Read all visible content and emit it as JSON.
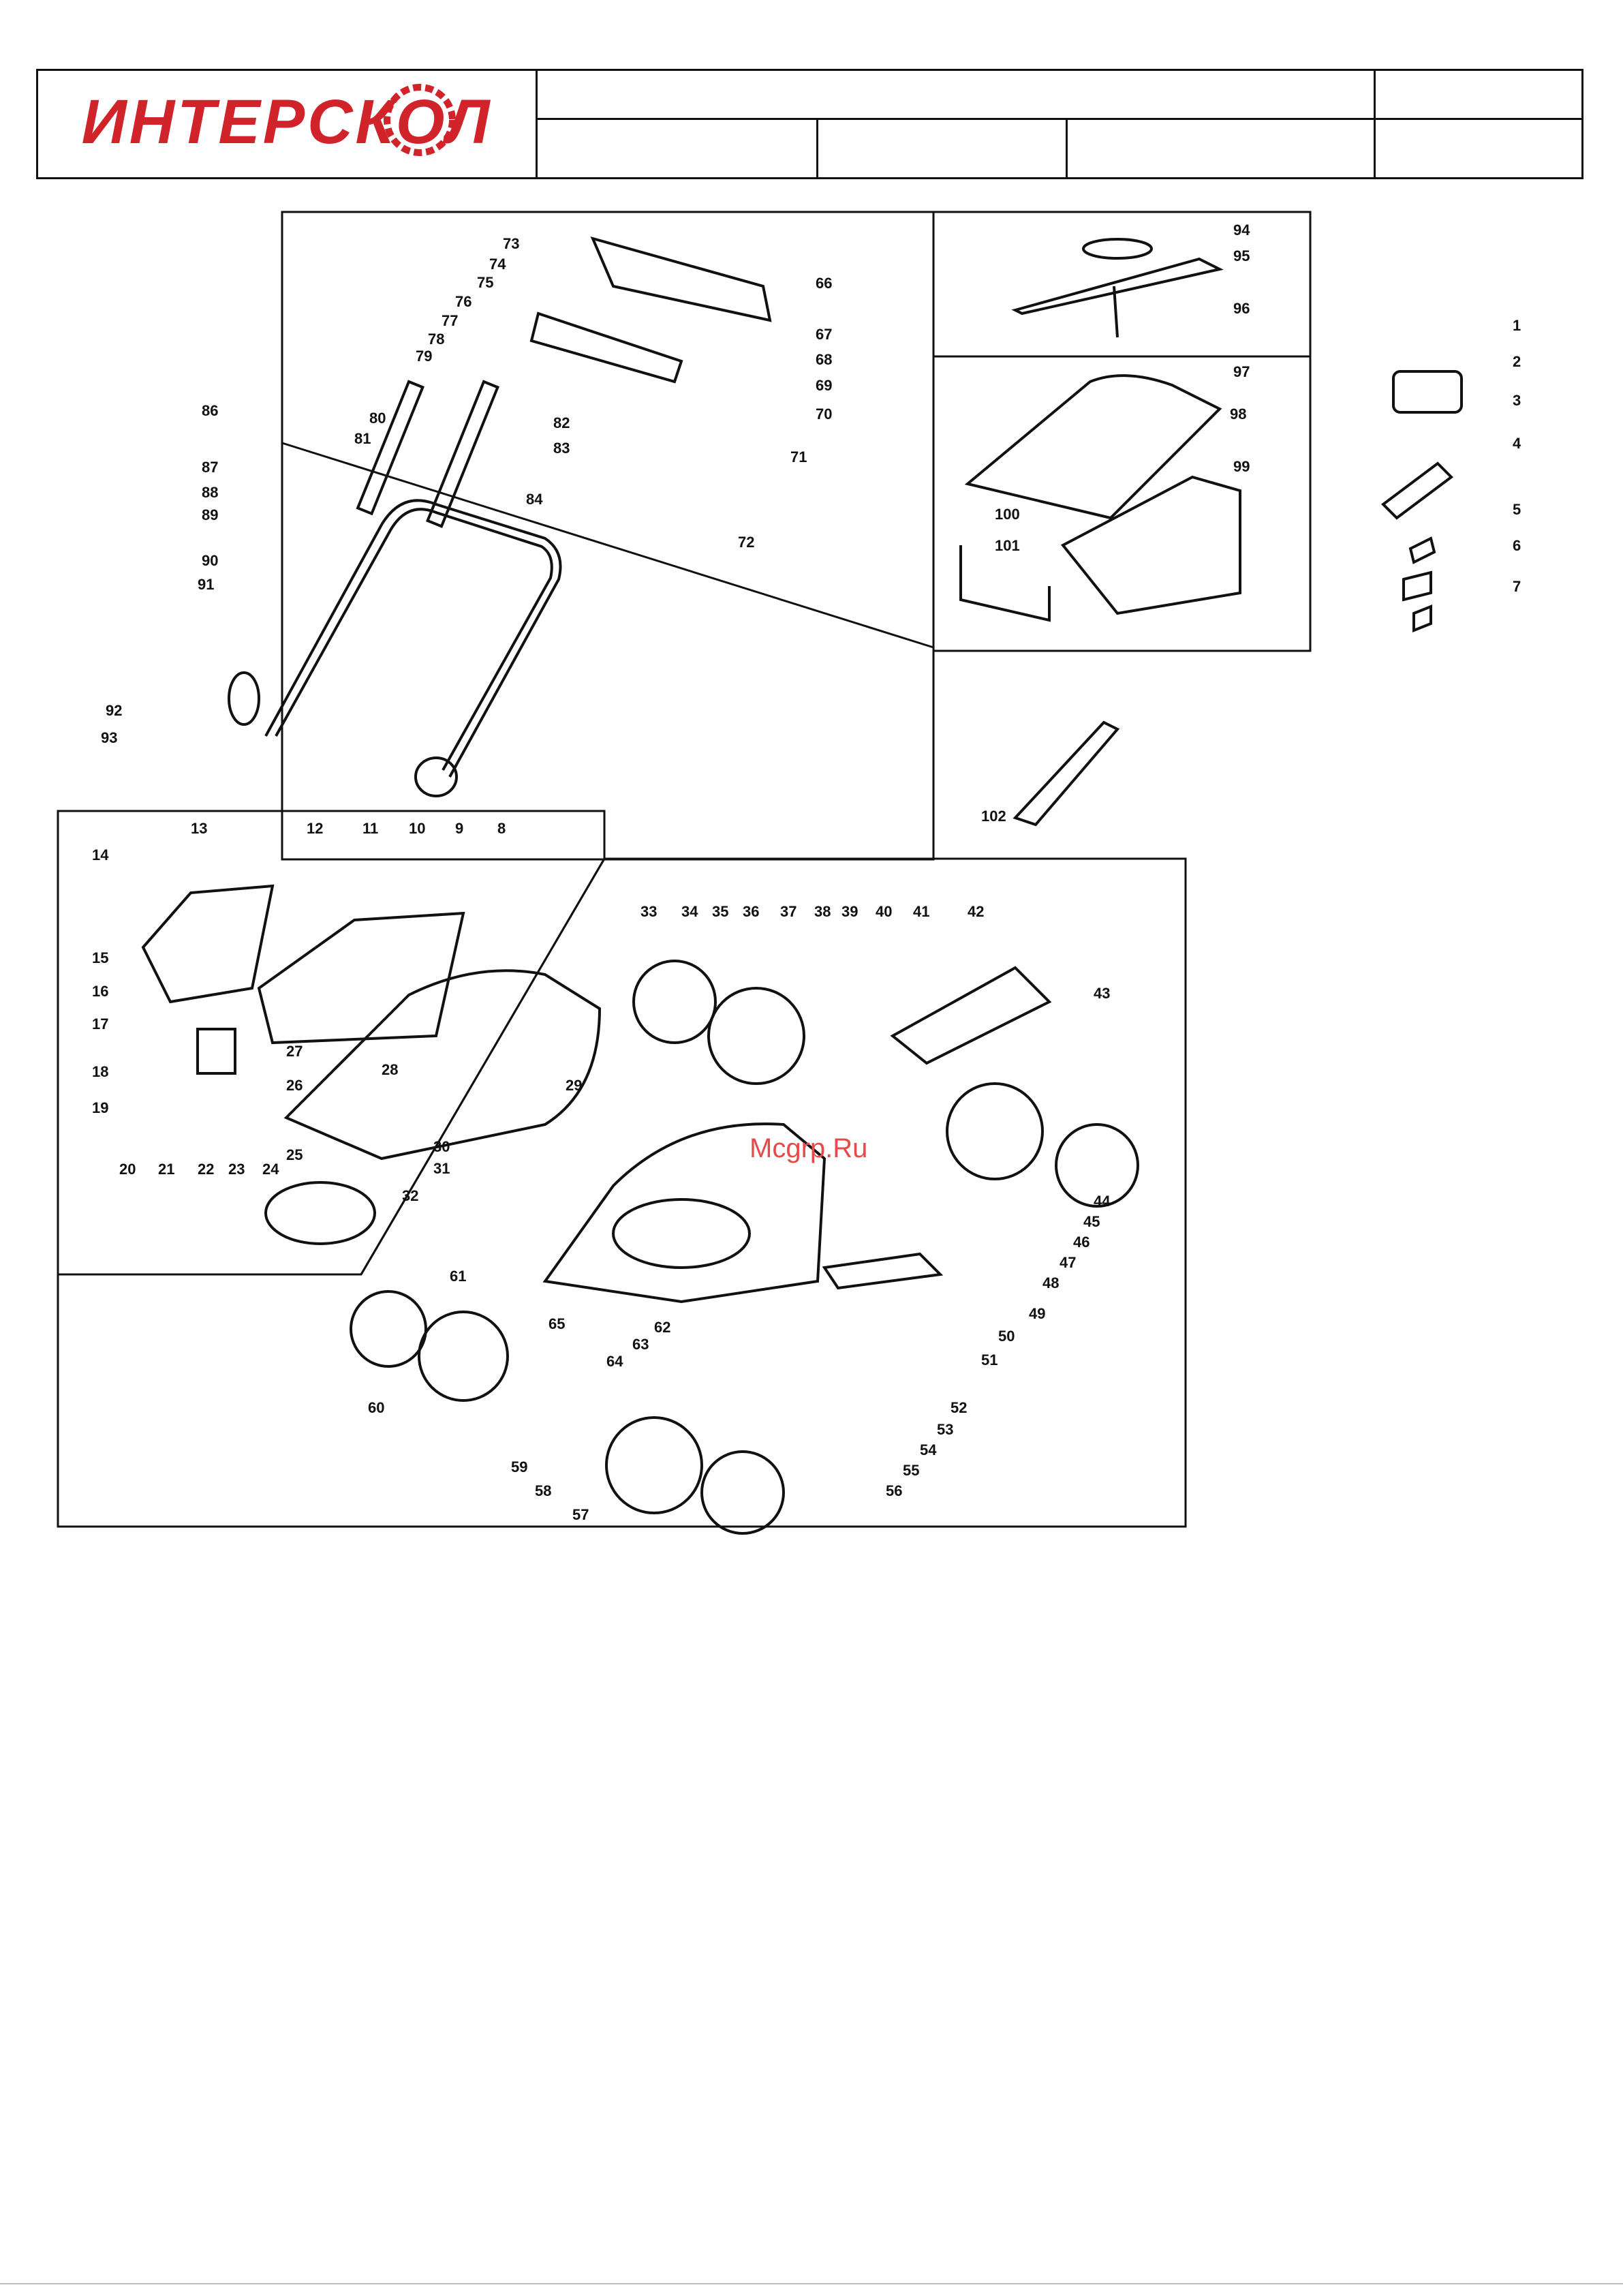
{
  "header": {
    "brand_name": "ИНТЕРСКОЛ",
    "brand_color": "#d1232a"
  },
  "watermark": "Mcgrp.Ru",
  "colors": {
    "line": "#111111",
    "watermark": "#e84a4a"
  },
  "callouts": [
    "1",
    "2",
    "3",
    "4",
    "5",
    "6",
    "7",
    "8",
    "9",
    "10",
    "11",
    "12",
    "13",
    "14",
    "15",
    "16",
    "17",
    "18",
    "19",
    "20",
    "21",
    "22",
    "23",
    "24",
    "25",
    "26",
    "27",
    "28",
    "29",
    "30",
    "31",
    "32",
    "33",
    "34",
    "35",
    "36",
    "37",
    "38",
    "39",
    "40",
    "41",
    "42",
    "43",
    "44",
    "45",
    "46",
    "47",
    "48",
    "49",
    "50",
    "51",
    "52",
    "53",
    "54",
    "55",
    "56",
    "57",
    "58",
    "59",
    "60",
    "61",
    "62",
    "63",
    "64",
    "65",
    "66",
    "67",
    "68",
    "69",
    "70",
    "71",
    "72",
    "73",
    "74",
    "75",
    "76",
    "77",
    "78",
    "79",
    "80",
    "81",
    "82",
    "83",
    "84",
    "86",
    "87",
    "88",
    "89",
    "90",
    "91",
    "92",
    "93",
    "94",
    "95",
    "96",
    "97",
    "98",
    "99",
    "100",
    "101",
    "102"
  ]
}
